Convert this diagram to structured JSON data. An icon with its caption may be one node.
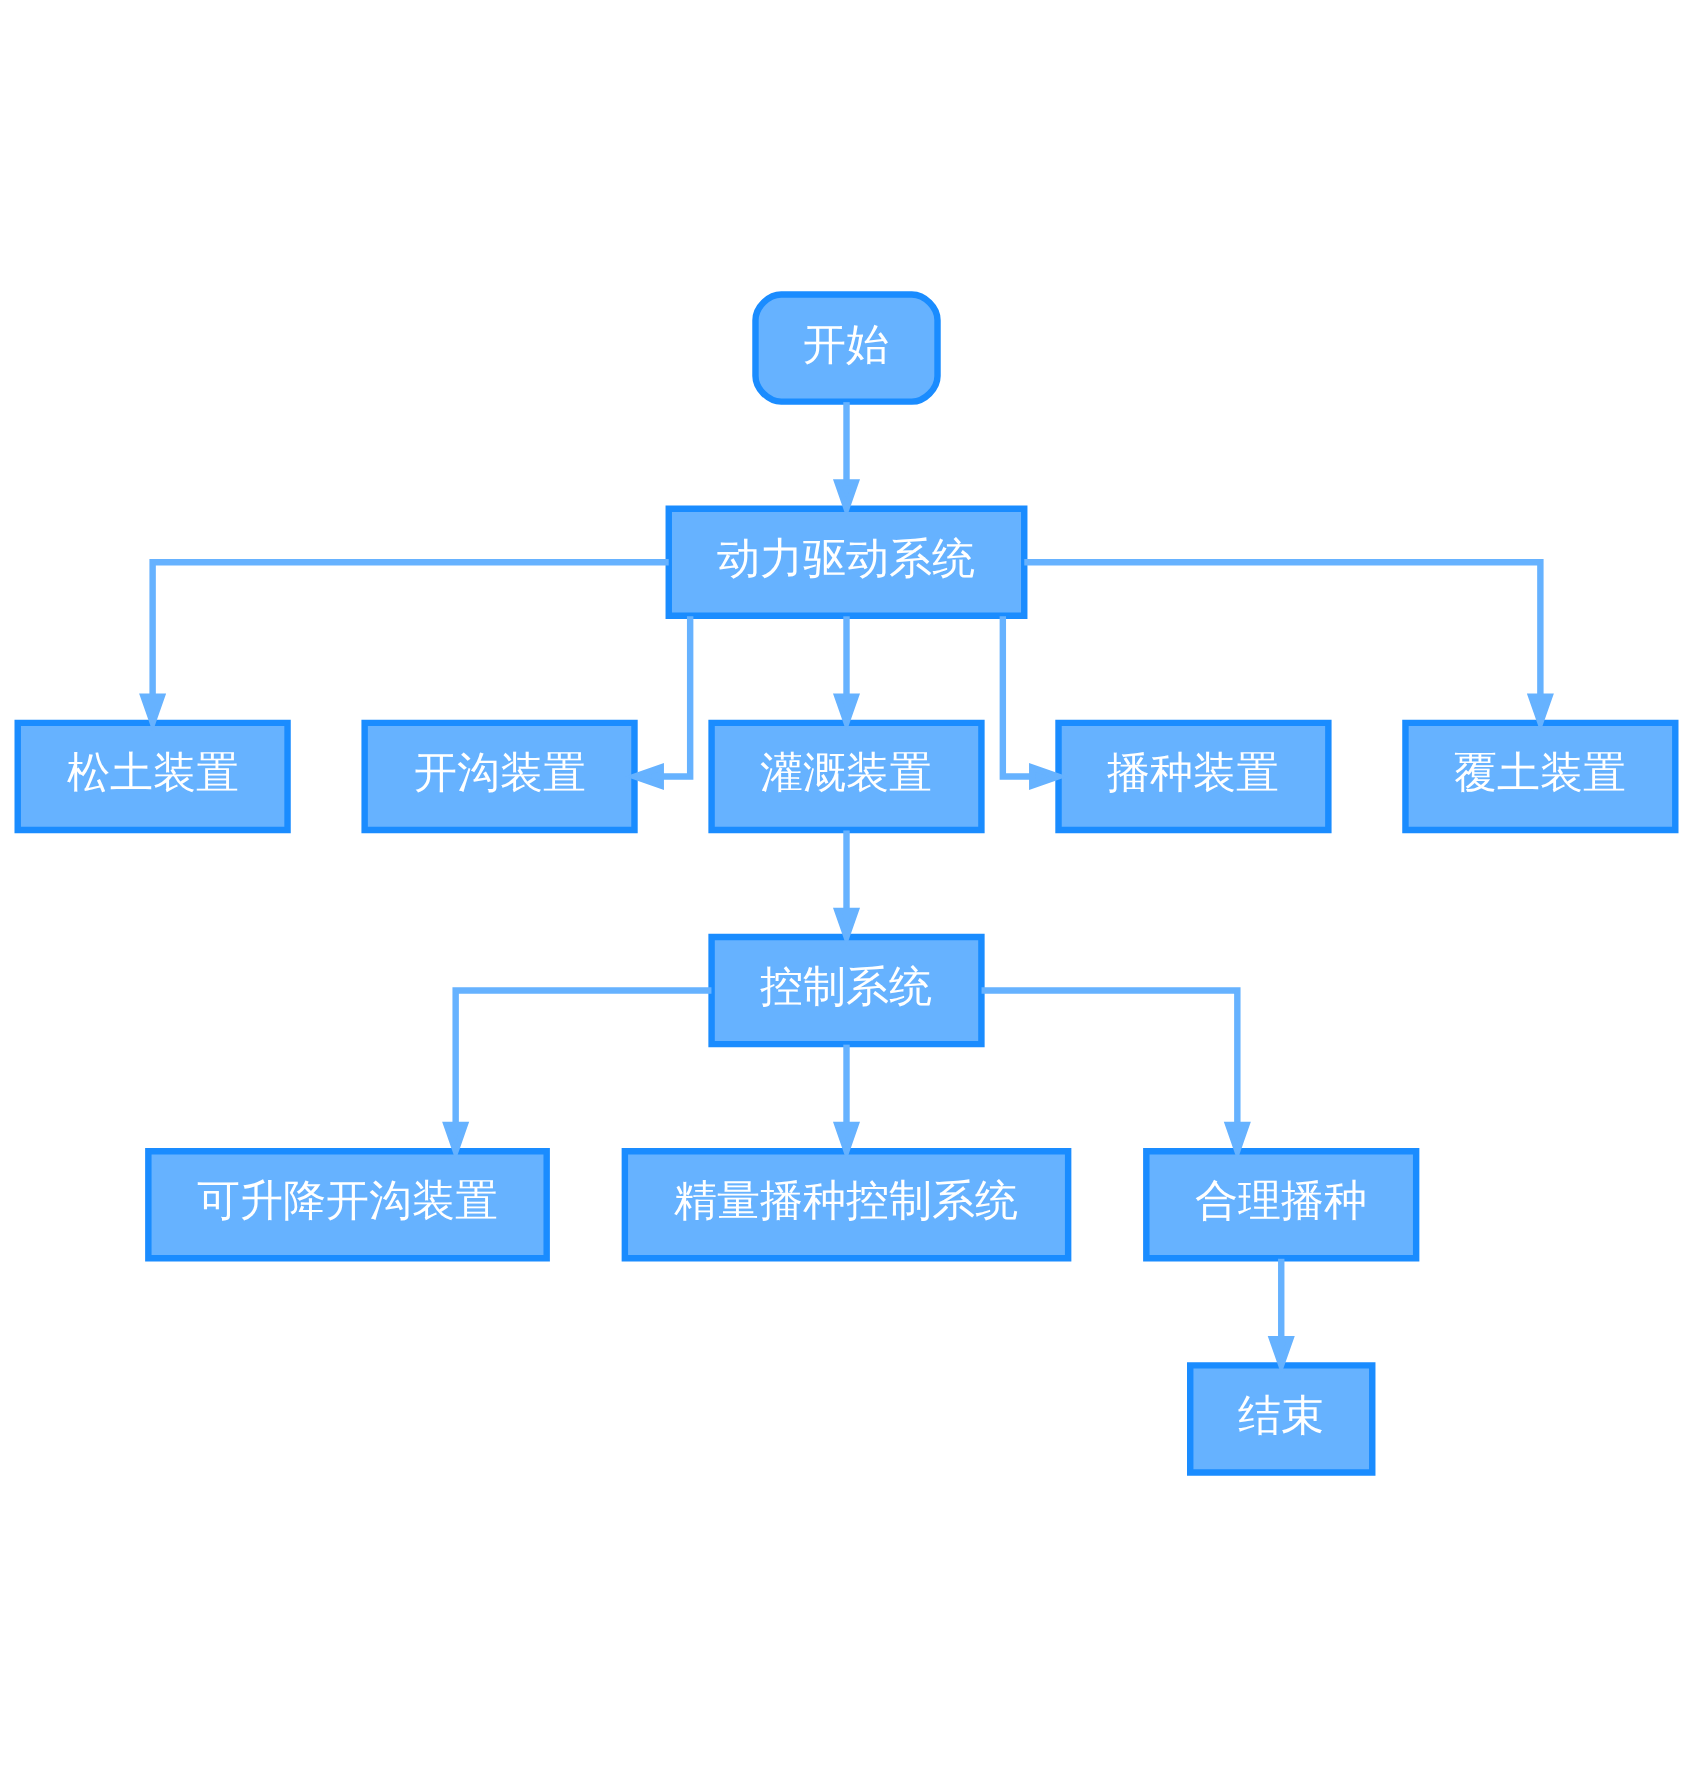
{
  "diagram": {
    "nodes": [
      {
        "text": [
          "开始"
        ]
      },
      {
        "text": [
          "动力驱动系统"
        ]
      },
      {
        "text": [
          "松土装置"
        ]
      },
      {
        "text": [
          "开沟装置"
        ]
      },
      {
        "text": [
          "灌溉装置"
        ]
      },
      {
        "text": [
          "播种装置"
        ]
      },
      {
        "text": [
          "覆土装置"
        ]
      },
      {
        "text": [
          "控制系统"
        ]
      },
      {
        "text": [
          "可升降开沟装置"
        ]
      },
      {
        "text": [
          "精量播种控制系统"
        ]
      },
      {
        "text": [
          "合理播种"
        ]
      },
      {
        "text": [
          "结束"
        ]
      }
    ],
    "edges": [
      {
        "from": 0,
        "to": 1,
        "arrow": "to"
      },
      {
        "from": 1,
        "to": 2,
        "arrow": "to"
      },
      {
        "from": 1,
        "to": 3,
        "arrow": "to"
      },
      {
        "from": 1,
        "to": 4,
        "arrow": "to"
      },
      {
        "from": 1,
        "to": 5,
        "arrow": "to"
      },
      {
        "from": 1,
        "to": 6,
        "arrow": "to"
      },
      {
        "from": 4,
        "to": 7,
        "arrow": "to"
      },
      {
        "from": 7,
        "to": 8,
        "arrow": "to"
      },
      {
        "from": 7,
        "to": 9,
        "arrow": "to"
      },
      {
        "from": 7,
        "to": 10,
        "arrow": "to"
      },
      {
        "from": 10,
        "to": 11,
        "arrow": "to"
      }
    ]
  }
}
